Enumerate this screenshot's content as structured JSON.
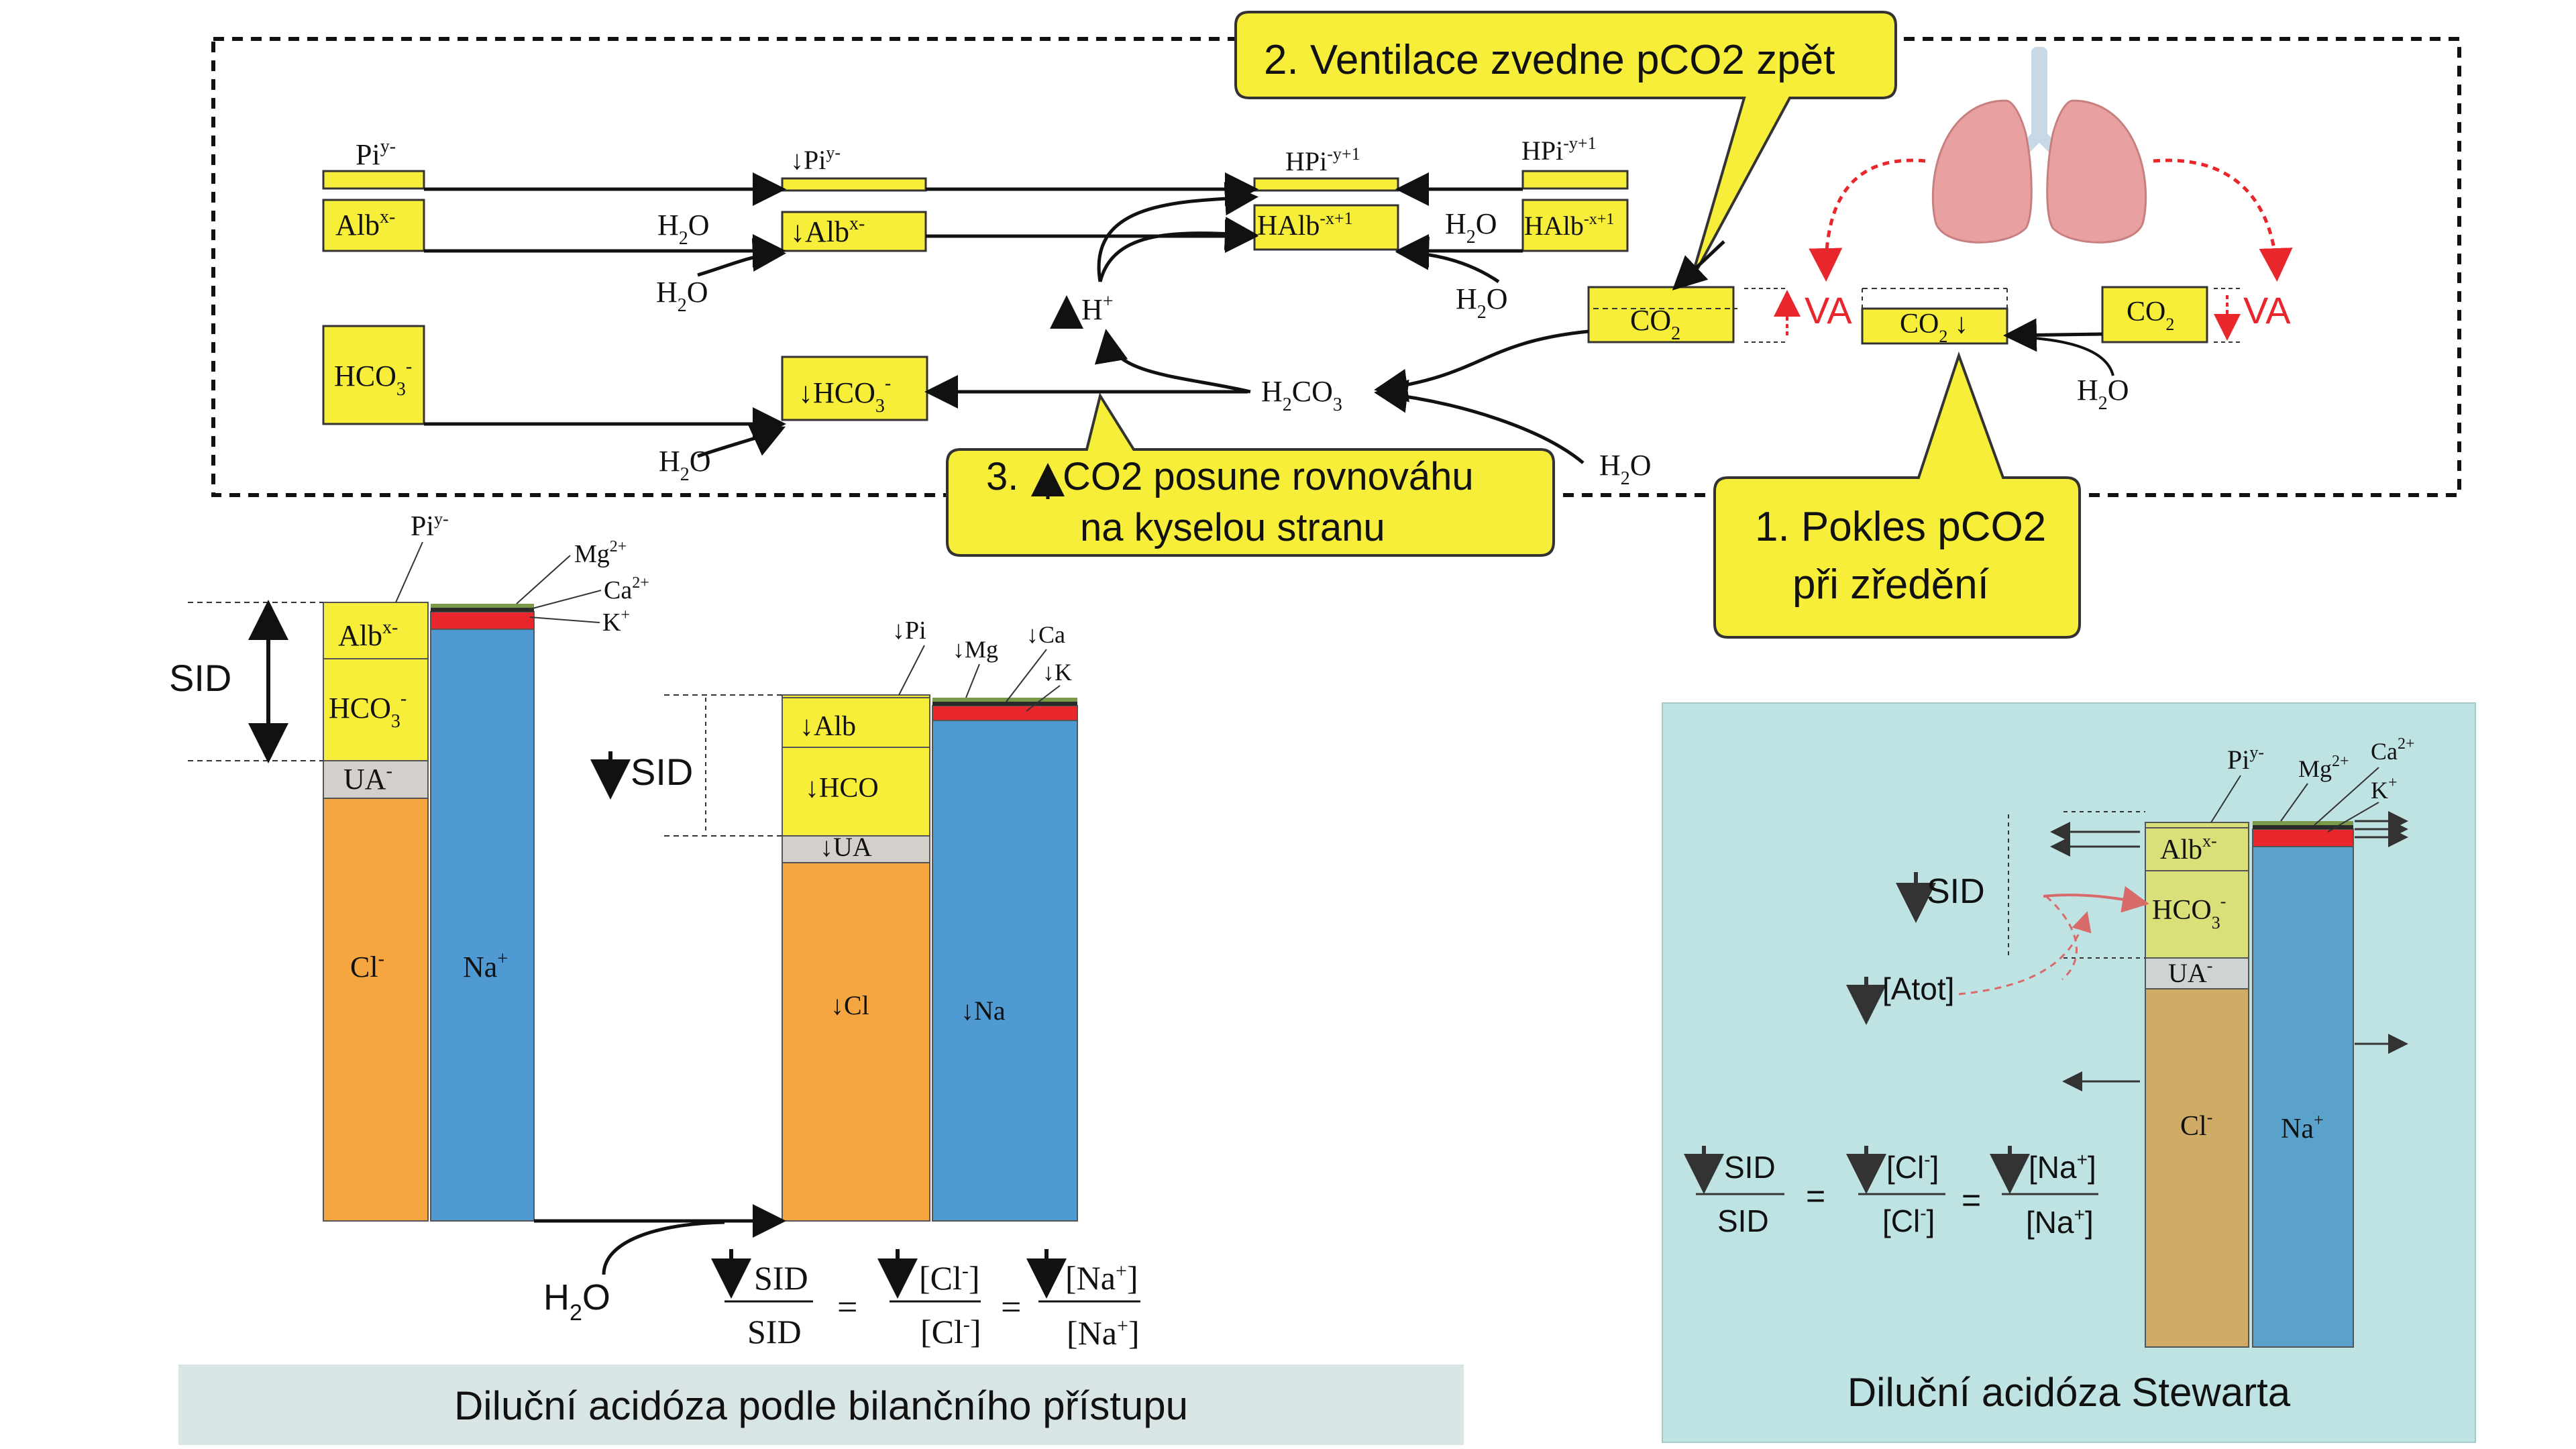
{
  "colors": {
    "yellow": "#f7ee3a",
    "orange": "#f5a640",
    "blue": "#4f9ad2",
    "grey": "#d3d0cb",
    "red": "#e8262b",
    "teal_panel": "#bfe3e3",
    "caption_left_bg": "#d9e4e4",
    "stewart_blue": "#5aa1cc",
    "stewart_khaki": "#cfab66",
    "stewart_yellow": "#d9e07a",
    "lung": "#e8a0a0"
  },
  "icons": [
    "lungs-icon",
    "arrow-down-icon",
    "arrow-up-icon"
  ],
  "reaction": {
    "pi": "Pi",
    "pi_sup": "y-",
    "pi_down": "↓Pi",
    "pi_down_sup": "y-",
    "hpi": "HPi",
    "hpi_sup": "-y+1",
    "hpi_r": "HPi",
    "hpi_r_sup": "-y+1",
    "alb": "Alb",
    "alb_sup": "x-",
    "alb_down": "↓Alb",
    "alb_down_sup": "x-",
    "halb": "HAlb",
    "halb_sup": "-x+1",
    "halb_r": "HAlb",
    "halb_r_sup": "-x+1",
    "hco3": "HCO",
    "hco3_sub": "3",
    "hco3_sup": "-",
    "hco3_down": "↓HCO",
    "hco3_down_sub": "3",
    "hco3_down_sup": "-",
    "h2o": "H",
    "h2o_sub": "2",
    "h2o_o": "O",
    "hplus": "H",
    "hplus_sup": "+",
    "h2co3": "H",
    "h2co3_sub1": "2",
    "h2co3_mid": "CO",
    "h2co3_sub2": "3",
    "co2": "CO",
    "co2_sub": "2",
    "co2_down_arrow": "↓",
    "va": "VA"
  },
  "callouts": {
    "c1_line1": "1. Pokles pCO2",
    "c1_line2": "při zředění",
    "c2": "2. Ventilace zvedne pCO2 zpět",
    "c3_prefix": "3.",
    "c3_line1": "CO2 posune rovnováhu",
    "c3_line2": "na kyselou stranu"
  },
  "left_panel": {
    "sid": "SID",
    "sid_down": "SID",
    "pi": "Pi",
    "pi_sup": "y-",
    "alb": "Alb",
    "alb_sup": "x-",
    "hco3": "HCO",
    "hco3_sub": "3",
    "hco3_sup": "-",
    "ua": "UA",
    "ua_sup": "-",
    "cl": "Cl",
    "cl_sup": "-",
    "na": "Na",
    "na_sup": "+",
    "mg": "Mg",
    "mg_sup": "2+",
    "ca": "Ca",
    "ca_sup": "2+",
    "k": "K",
    "k_sup": "+",
    "pi_down": "↓Pi",
    "mg_down": "↓Mg",
    "ca_down": "↓Ca",
    "k_down": "↓K",
    "alb_down": "↓Alb",
    "hco3_down": "↓HCO",
    "ua_down": "↓UA",
    "cl_down": "↓Cl",
    "na_down": "↓Na",
    "h2o": "H",
    "h2o_sub": "2",
    "h2o_o": "O",
    "eq_sid": "SID",
    "eq_cl": "[Cl",
    "eq_cl_close": "]",
    "eq_na": "[Na",
    "eq_na_close": "]",
    "eq_equals": "=",
    "caption": "Diluční acidóza podle bilančního přístupu"
  },
  "right_panel": {
    "sid": "SID",
    "atot": "[Atot]",
    "pi": "Pi",
    "pi_sup": "y-",
    "mg": "Mg",
    "mg_sup": "2+",
    "ca": "Ca",
    "ca_sup": "2+",
    "k": "K",
    "k_sup": "+",
    "alb": "Alb",
    "alb_sup": "x-",
    "hco3": "HCO",
    "hco3_sub": "3",
    "hco3_sup": "-",
    "ua": "UA",
    "ua_sup": "-",
    "cl": "Cl",
    "cl_sup": "-",
    "na": "Na",
    "na_sup": "+",
    "eq_sid": "SID",
    "eq_cl": "[Cl",
    "eq_cl_close": "]",
    "eq_na": "[Na",
    "eq_na_close": "]",
    "eq_equals": "=",
    "caption": "Diluční acidóza Stewarta"
  }
}
